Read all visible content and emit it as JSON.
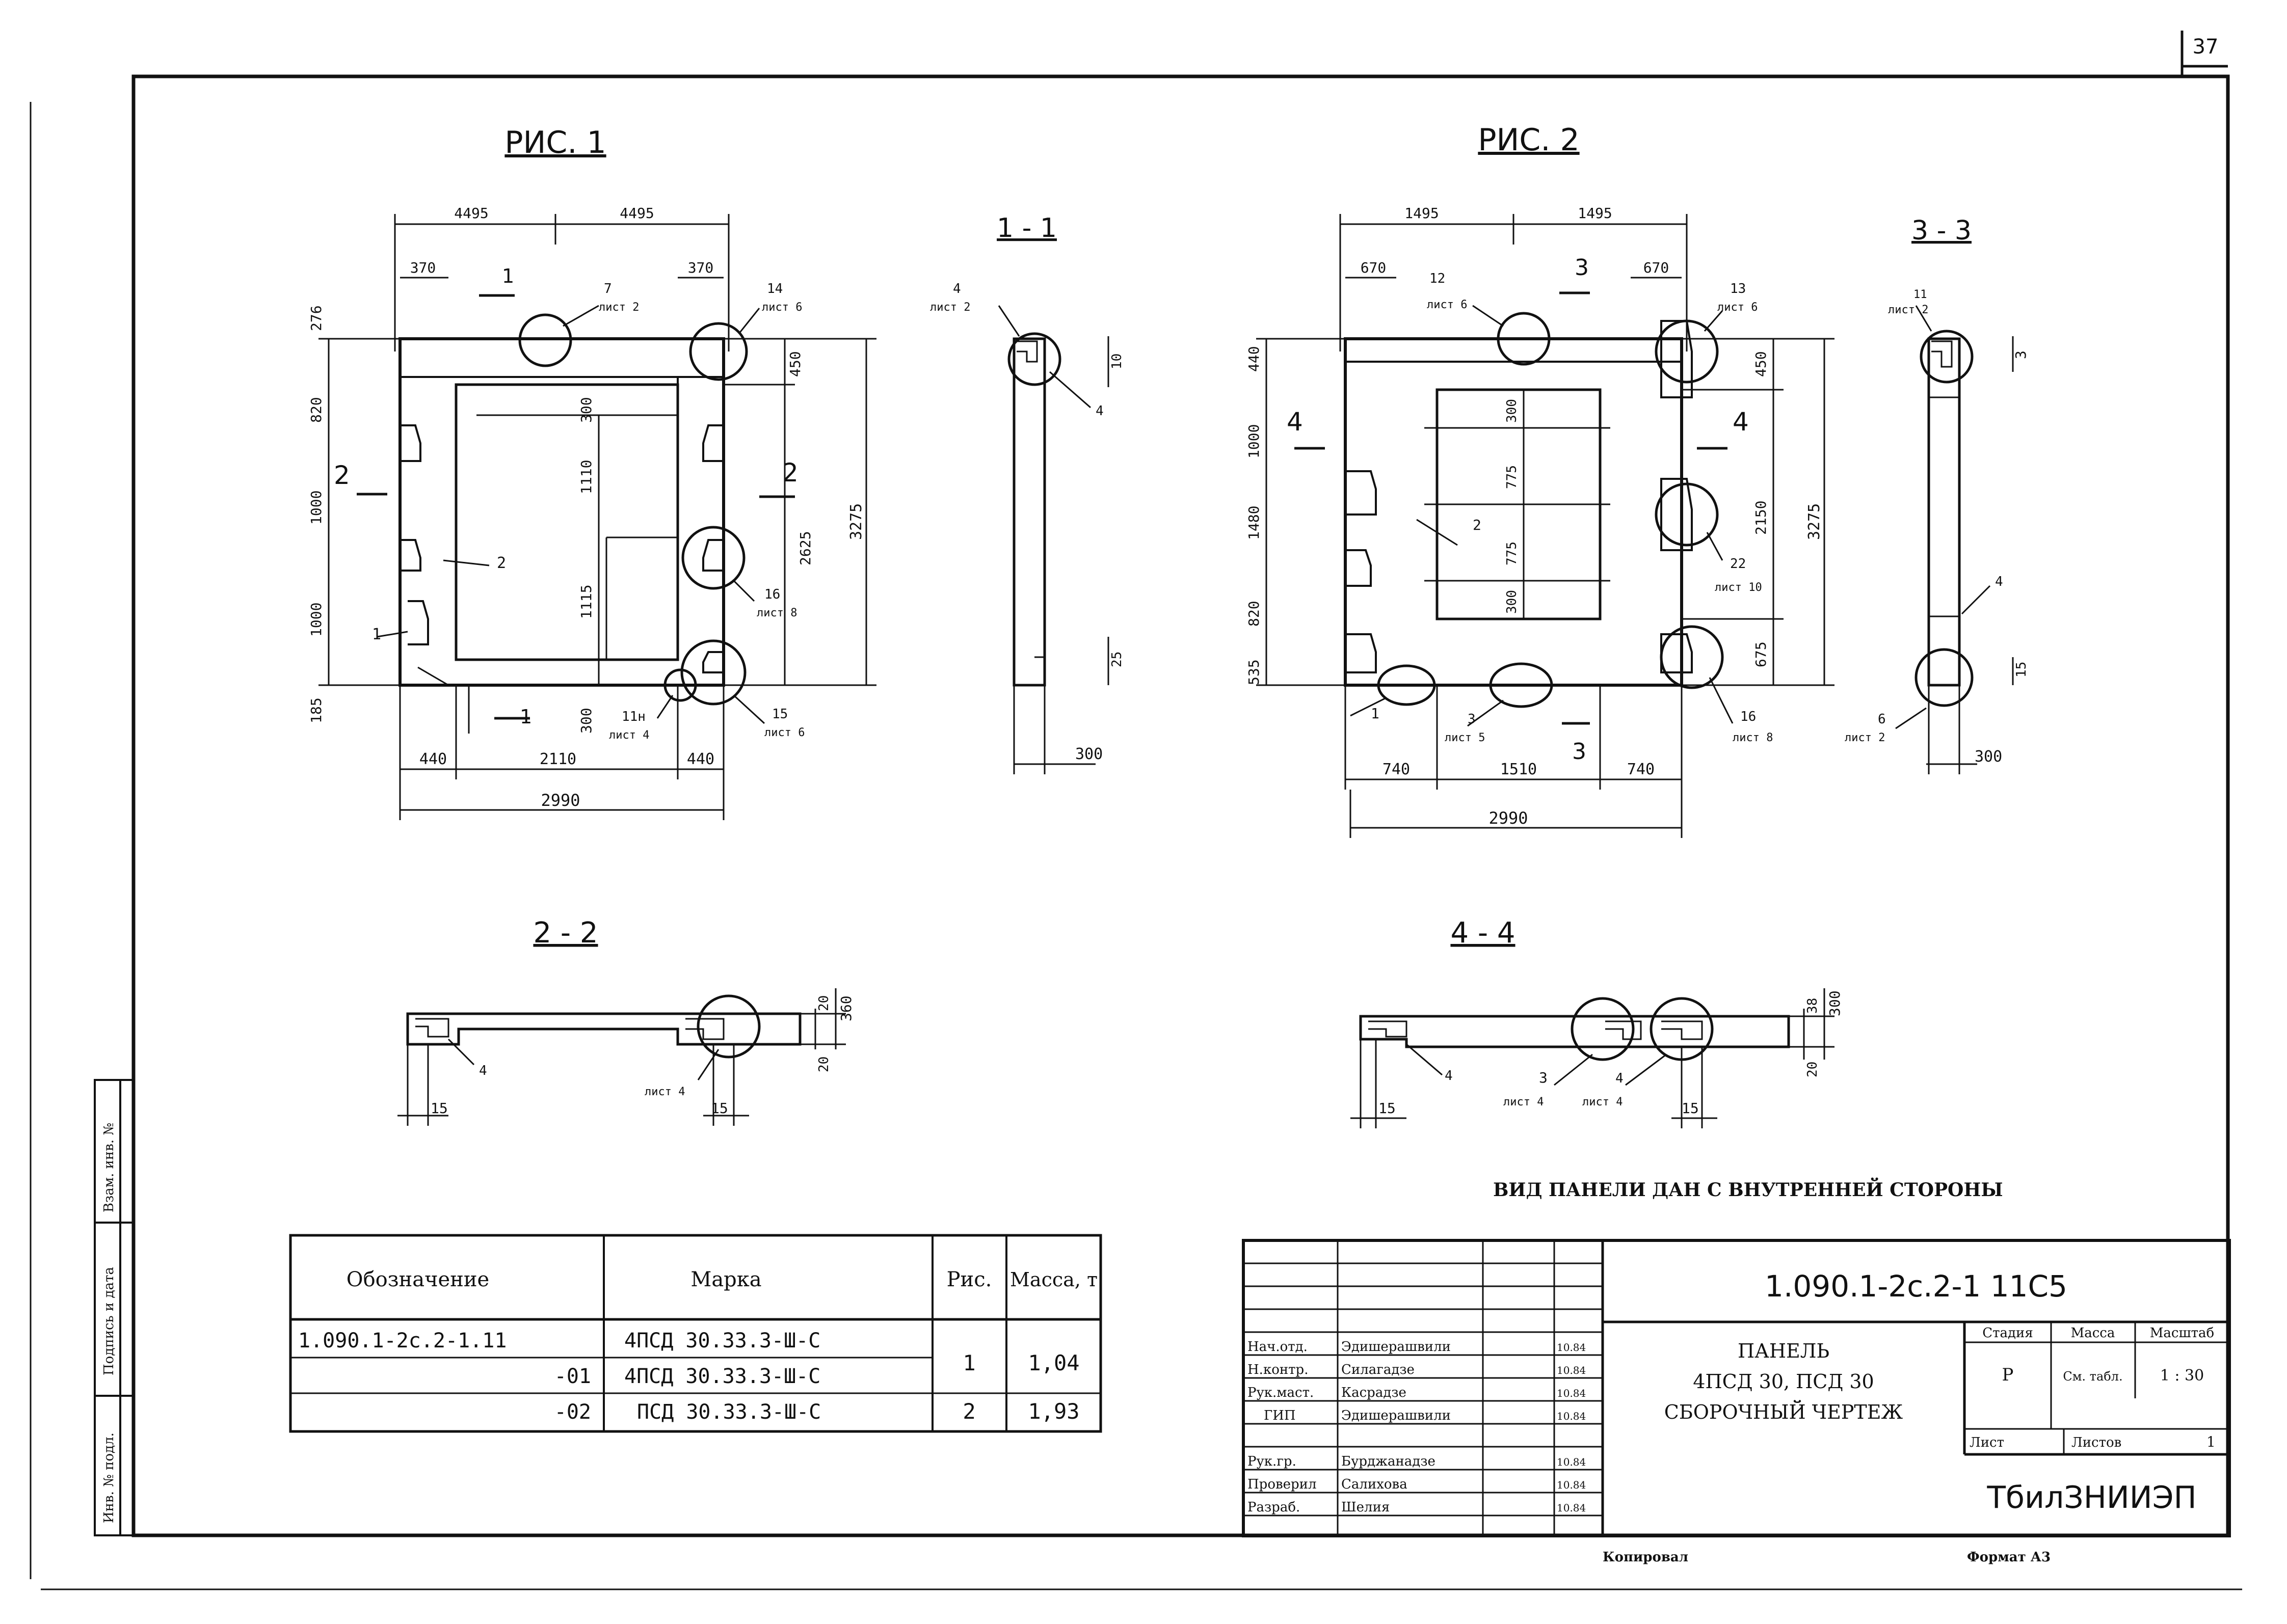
{
  "sheet_number": "37",
  "figures": {
    "fig1_title": "РИС. 1",
    "fig2_title": "РИС. 2",
    "sec11_title": "1 - 1",
    "sec33_title": "3 - 3",
    "sec22_title": "2 - 2",
    "sec44_title": "4 - 4"
  },
  "fig1": {
    "dims_top": [
      "4495",
      "4495"
    ],
    "dims_small": [
      "370",
      "370"
    ],
    "dims_left": [
      "276",
      "820",
      "1000",
      "1000",
      "185"
    ],
    "dims_right": [
      "450",
      "2625",
      "3275"
    ],
    "dims_bottom": [
      "440",
      "2110",
      "440"
    ],
    "dim_total": "2990",
    "dims_inner": [
      "300",
      "1110",
      "1115",
      "300"
    ],
    "callouts": [
      {
        "num": "7",
        "sheet": "лист 2"
      },
      {
        "num": "14",
        "sheet": "лист 6"
      },
      {
        "num": "16",
        "sheet": "лист 8"
      },
      {
        "num": "15",
        "sheet": "лист 6"
      },
      {
        "num": "11н",
        "sheet": "лист 4"
      }
    ],
    "cut_marks": [
      "1",
      "2",
      "2",
      "1"
    ],
    "positions": [
      "1",
      "2"
    ]
  },
  "sec11": {
    "callout_num": "4",
    "callout_sheet": "лист 2",
    "dims": [
      "10",
      "25",
      "300"
    ],
    "position": "4"
  },
  "fig2": {
    "dims_top": [
      "1495",
      "1495"
    ],
    "dims_small": [
      "670",
      "670"
    ],
    "dims_left": [
      "440",
      "1000",
      "1480",
      "820",
      "535"
    ],
    "dims_right": [
      "450",
      "2150",
      "675",
      "3275"
    ],
    "dims_inner": [
      "300",
      "775",
      "775",
      "300"
    ],
    "dims_bottom": [
      "740",
      "1510",
      "740"
    ],
    "dim_total": "2990",
    "callouts": [
      {
        "num": "12",
        "sheet": "лист 6"
      },
      {
        "num": "13",
        "sheet": "лист 6"
      },
      {
        "num": "22",
        "sheet": "лист 10"
      },
      {
        "num": "16",
        "sheet": "лист 8"
      },
      {
        "num": "3",
        "sheet": "лист 5"
      }
    ],
    "cut_marks": [
      "3",
      "4",
      "4",
      "3"
    ],
    "positions": [
      "1",
      "2"
    ]
  },
  "sec33": {
    "callout_top_num": "11",
    "callout_top_sheet": "лист 2",
    "callout_bot_num": "6",
    "callout_bot_sheet": "лист 2",
    "dims": [
      "3",
      "15",
      "300"
    ],
    "position": "4"
  },
  "sec22": {
    "dims": [
      "20",
      "360",
      "20",
      "15",
      "15"
    ],
    "callout_sheet": "лист 4",
    "position": "4"
  },
  "sec44": {
    "dims": [
      "38",
      "300",
      "20",
      "15",
      "15"
    ],
    "callout_sheets": [
      "лист 4",
      "лист 4"
    ],
    "positions": [
      "3",
      "4",
      "4"
    ]
  },
  "view_note": "ВИД ПАНЕЛИ ДАН С ВНУТРЕННЕЙ СТОРОНЫ",
  "spec_table": {
    "headers": [
      "Обозначение",
      "Марка",
      "Рис.",
      "Масса, т"
    ],
    "rows": [
      {
        "designation": "1.090.1-2с.2-1.11",
        "mark": "4ПСД 30.33.3-Ш-С",
        "fig": "",
        "mass": ""
      },
      {
        "designation": "-01",
        "mark": "4ПСД 30.33.3-Ш-С",
        "fig": "1",
        "mass": "1,04"
      },
      {
        "designation": "-02",
        "mark": "ПСД 30.33.3-Ш-С",
        "fig": "2",
        "mass": "1,93"
      }
    ]
  },
  "title_block": {
    "code": "1.090.1-2с.2-1   11С5",
    "title_lines": [
      "ПАНЕЛЬ",
      "4ПСД 30, ПСД 30",
      "СБОРОЧНЫЙ ЧЕРТЕЖ"
    ],
    "stage_label": "Стадия",
    "mass_label": "Масса",
    "scale_label": "Масштаб",
    "stage_value": "Р",
    "mass_value": "См. табл.",
    "scale_value": "1 : 30",
    "sheet_label": "Лист",
    "sheets_label": "Листов",
    "sheets_value": "1",
    "org": "ТбилЗНИИЭП",
    "roles": [
      {
        "role": "Нач.отд.",
        "name": "Эдишерашвили",
        "date": "10.84"
      },
      {
        "role": "Н.контр.",
        "name": "Силагадзе",
        "date": "10.84"
      },
      {
        "role": "Рук.маст.",
        "name": "Касрадзе",
        "date": "10.84"
      },
      {
        "role": "ГИП",
        "name": "Эдишерашвили",
        "date": "10.84"
      },
      {
        "role": "Рук.гр.",
        "name": "Бурджанадзе",
        "date": "10.84"
      },
      {
        "role": "Проверил",
        "name": "Салихова",
        "date": "10.84"
      },
      {
        "role": "Разраб.",
        "name": "Шелия",
        "date": "10.84"
      }
    ],
    "copied": "Копировал",
    "format": "Формат А3"
  },
  "side_stamp": [
    "Инв. № подл.",
    "Подпись и дата",
    "Взам. инв. №"
  ]
}
